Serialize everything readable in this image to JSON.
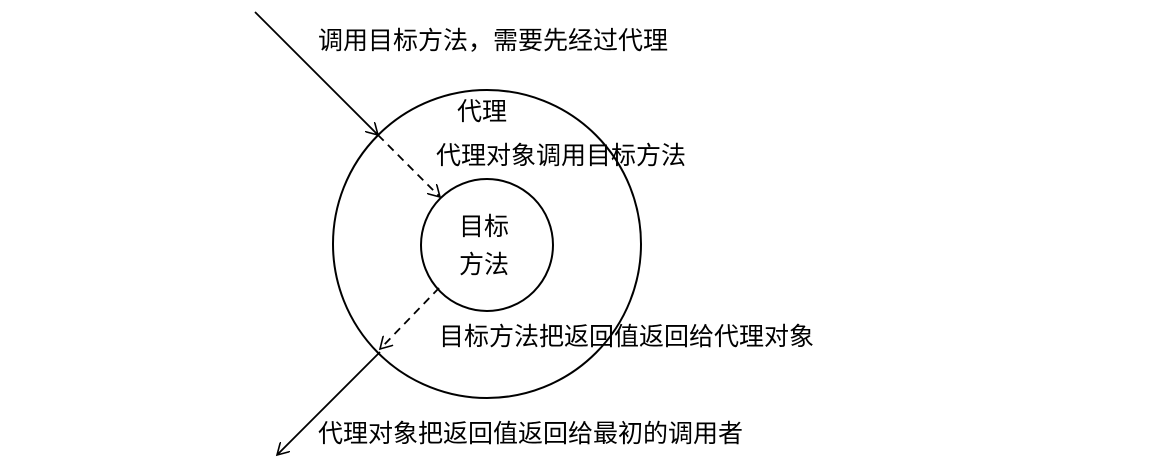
{
  "labels": {
    "call_target": "调用目标方法，需要先经过代理",
    "proxy": "代理",
    "proxy_calls": "代理对象调用目标方法",
    "target_line1": "目标",
    "target_line2": "方法",
    "target_returns": "目标方法把返回值返回给代理对象",
    "proxy_returns": "代理对象把返回值返回给最初的调用者"
  },
  "colors": {
    "stroke": "#000000",
    "background": "#ffffff"
  }
}
